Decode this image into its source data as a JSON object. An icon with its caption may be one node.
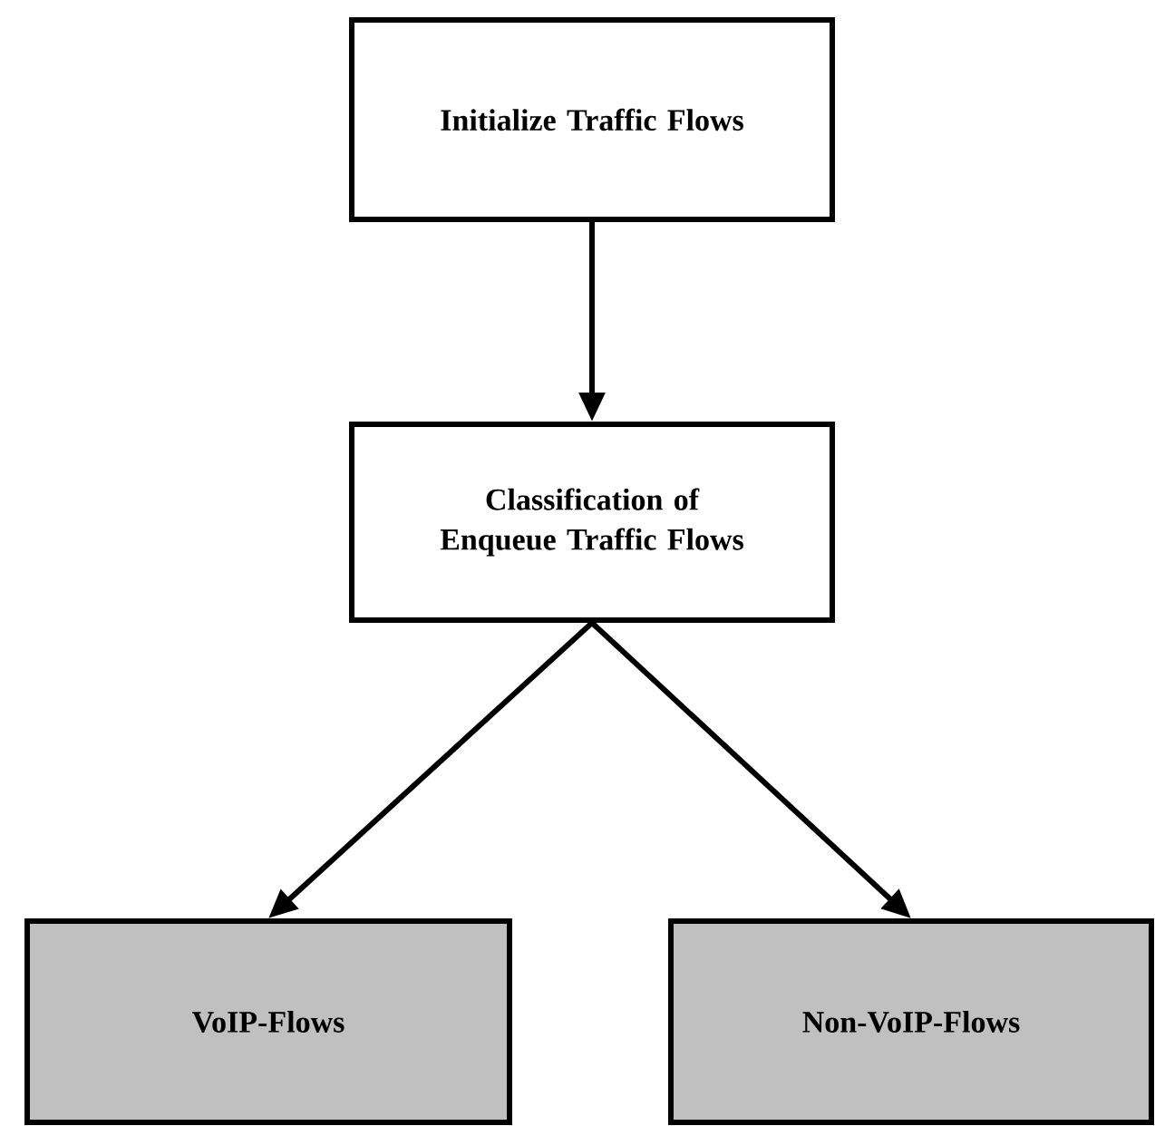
{
  "diagram": {
    "nodes": [
      {
        "text": [
          "Initialize Traffic Flows"
        ]
      },
      {
        "text": [
          "Classification of Enqueue Traffic Flows"
        ]
      },
      {
        "text": [
          "VoIP-Flows"
        ]
      },
      {
        "text": [
          "Non-VoIP-Flows"
        ]
      }
    ],
    "edges": [
      {
        "from": 0,
        "to": 1,
        "arrow": "to"
      },
      {
        "from": 1,
        "to": 2,
        "arrow": "to"
      },
      {
        "from": 1,
        "to": 3,
        "arrow": "to"
      }
    ]
  }
}
